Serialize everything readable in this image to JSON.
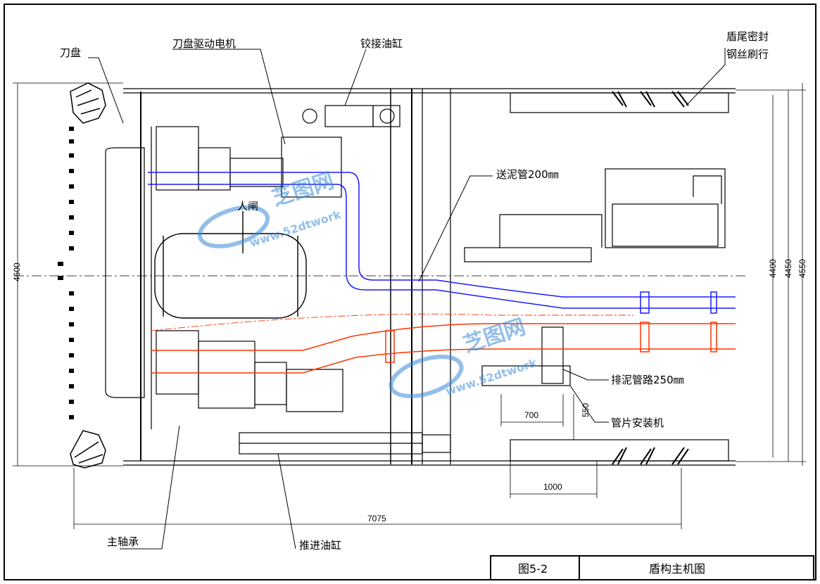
{
  "labels": {
    "cutterhead": "刀盘",
    "cutter_drive_motor": "刀盘驱动电机",
    "articulation_cylinder": "铰接油缸",
    "tail_seal": "盾尾密封",
    "wire_brush": "钢丝刷行",
    "slurry_feed_pipe": "送泥管200㎜",
    "manway": "人闸",
    "slurry_discharge_pipe": "排泥管路250㎜",
    "segment_erector": "管片安装机",
    "main_bearing": "主轴承",
    "thrust_cylinder": "推进油缸"
  },
  "dimensions": {
    "d4600": "4600",
    "d4400": "4400",
    "d4450": "4450",
    "d4550": "4550",
    "d7075": "7075",
    "d700": "700",
    "d550": "550",
    "d1000": "1000"
  },
  "title_block": {
    "figure_no": "图5-2",
    "title": "盾构主机图"
  },
  "watermark": {
    "name": "芝图网",
    "site": "www.52dtwork"
  },
  "colors": {
    "line": "#000000",
    "feed_pipe": "#1a1aff",
    "discharge_pipe": "#ff3300",
    "watermark": "#3a8ad8"
  }
}
